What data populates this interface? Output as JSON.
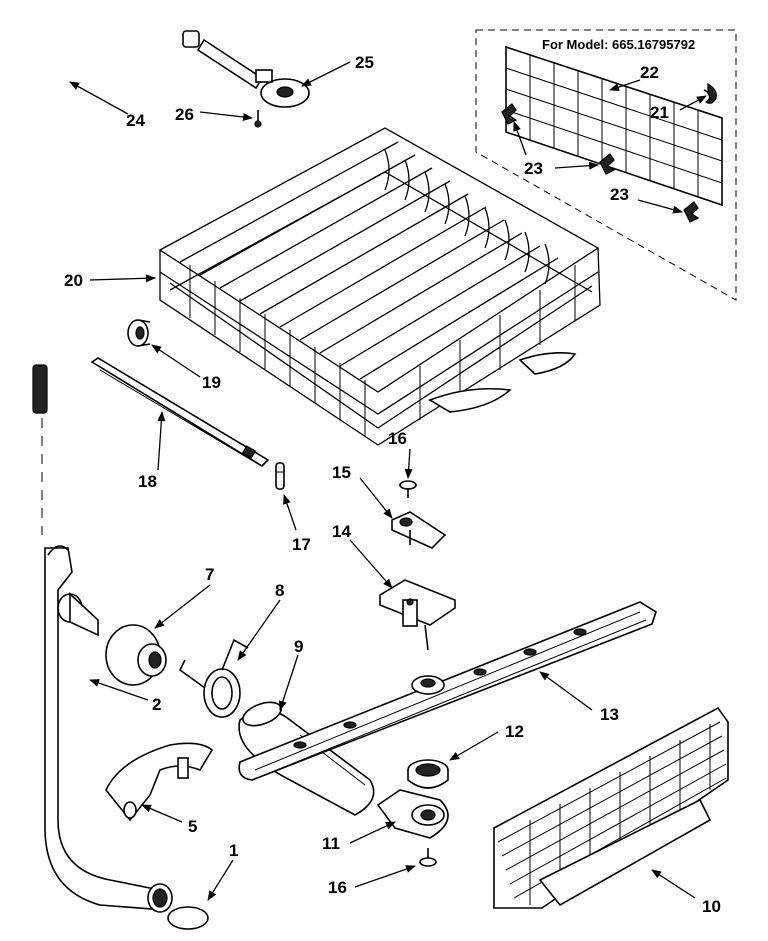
{
  "model_note": "For Model: 665.16795792",
  "callouts": {
    "c1": "1",
    "c2": "2",
    "c5": "5",
    "c7": "7",
    "c8": "8",
    "c9": "9",
    "c10": "10",
    "c11": "11",
    "c12": "12",
    "c13": "13",
    "c14": "14",
    "c15": "15",
    "c16a": "16",
    "c16b": "16",
    "c17": "17",
    "c18": "18",
    "c19": "19",
    "c20": "20",
    "c21": "21",
    "c22": "22",
    "c23a": "23",
    "c23b": "23",
    "c24": "24",
    "c25": "25",
    "c26": "26"
  }
}
